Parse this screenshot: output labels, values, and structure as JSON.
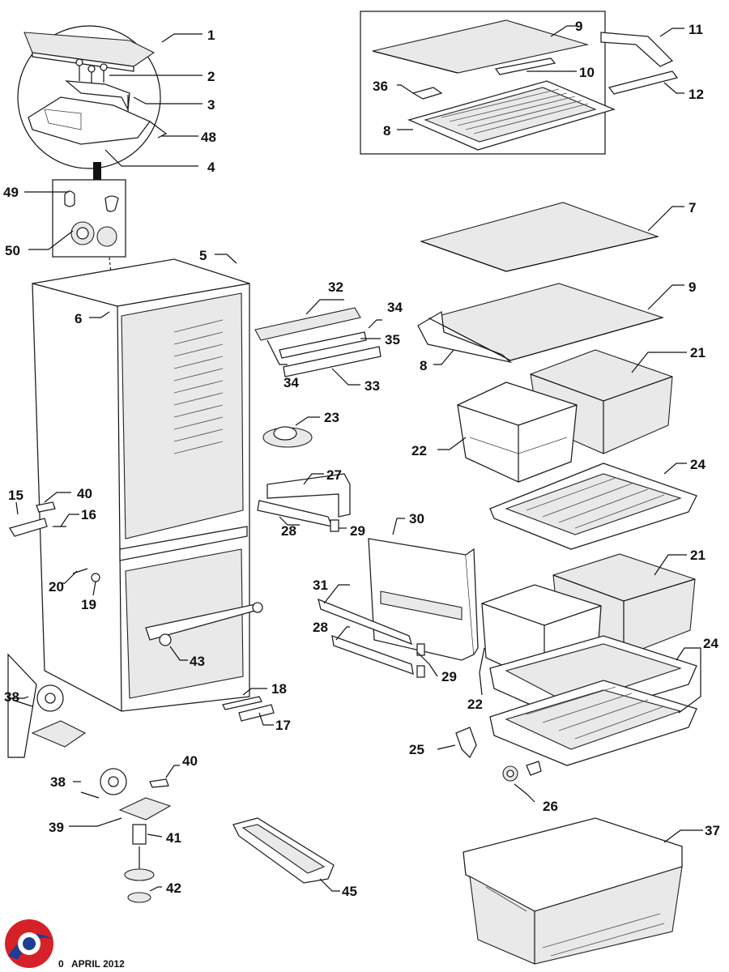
{
  "footer": {
    "code": "0",
    "date": "APRIL 2012"
  },
  "logo": {
    "name": "brand-logo",
    "colors": [
      "#d62128",
      "#1d3f93"
    ]
  },
  "part_numbers": {
    "p1": "1",
    "p2": "2",
    "p3": "3",
    "p48": "48",
    "p4": "4",
    "p49": "49",
    "p50": "50",
    "p5": "5",
    "p6": "6",
    "p9a": "9",
    "p10": "10",
    "p11": "11",
    "p12": "12",
    "p36": "36",
    "p8a": "8",
    "p7": "7",
    "p9b": "9",
    "p8b": "8",
    "p32": "32",
    "p34a": "34",
    "p35": "35",
    "p34b": "34",
    "p33": "33",
    "p21a": "21",
    "p22a": "22",
    "p23": "23",
    "p24a": "24",
    "p27": "27",
    "p28a": "28",
    "p29a": "29",
    "p30": "30",
    "p15": "15",
    "p40a": "40",
    "p16": "16",
    "p20": "20",
    "p19": "19",
    "p31": "31",
    "p28b": "28",
    "p29b": "29",
    "p21b": "21",
    "p24b": "24",
    "p22b": "22",
    "p43": "43",
    "p18": "18",
    "p17": "17",
    "p38a": "38",
    "p25": "25",
    "p26": "26",
    "p40b": "40",
    "p38b": "38",
    "p39": "39",
    "p41": "41",
    "p42": "42",
    "p45": "45",
    "p37": "37"
  }
}
